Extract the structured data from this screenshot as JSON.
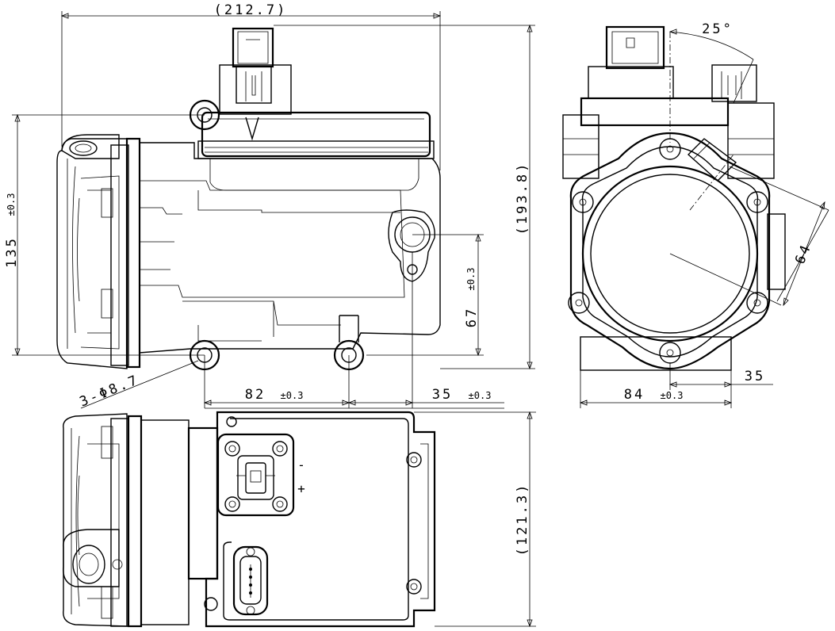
{
  "dimensions": {
    "overall_length": "(212.7)",
    "overall_height": "(193.8)",
    "mount_span_vertical": "135",
    "mount_span_vertical_tol": "±0.3",
    "port_height": "67",
    "port_height_tol": "±0.3",
    "mount_spacing": "82",
    "mount_spacing_tol": "±0.3",
    "port_offset": "35",
    "port_offset_tol": "±0.3",
    "hole_spec": "3-Φ8.7",
    "side_width": "84",
    "side_width_tol": "±0.3",
    "side_offset": "35",
    "connector_angle": "25°",
    "port_diameter": "64",
    "overall_width": "(121.3)"
  },
  "connector_labels": {
    "minus": "-",
    "plus": "+"
  }
}
